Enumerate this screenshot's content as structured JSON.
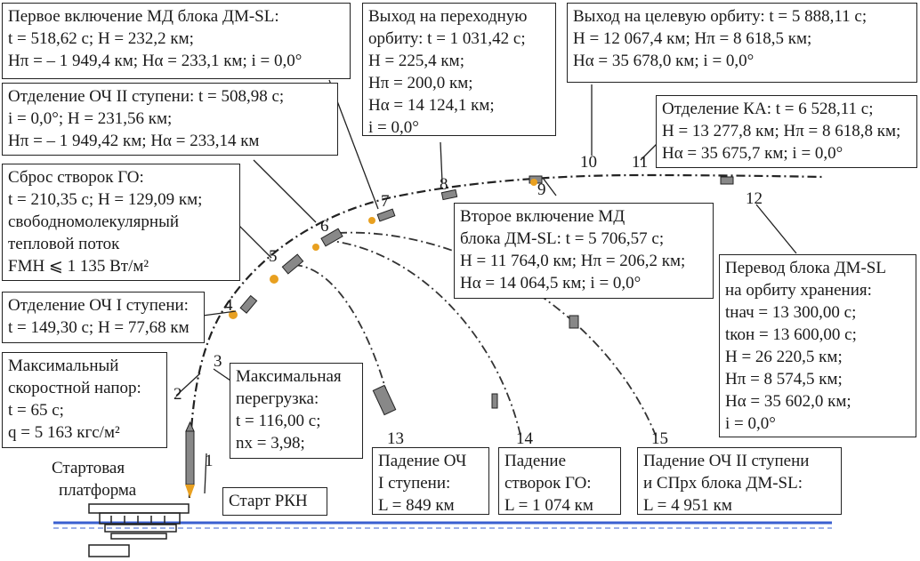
{
  "points": {
    "p1": "1",
    "p2": "2",
    "p3": "3",
    "p4": "4",
    "p5": "5",
    "p6": "6",
    "p7": "7",
    "p8": "8",
    "p9": "9",
    "p10": "10",
    "p11": "11",
    "p12": "12",
    "p13": "13",
    "p14": "14",
    "p15": "15"
  },
  "boxes": {
    "first_burn": [
      "Первое включение МД блока ДМ-SL:",
      "t = 518,62 с; H = 232,2 км;",
      "Hπ = – 1 949,4 км; Hα = 233,1 км; i = 0,0°"
    ],
    "transfer_orbit": [
      "Выход на переходную",
      "орбиту: t = 1 031,42 с;",
      "H = 225,4 км;",
      "Hπ = 200,0 км;",
      "Hα = 14 124,1 км;",
      "i = 0,0°"
    ],
    "target_orbit": [
      "Выход на целевую орбиту: t = 5 888,11 с;",
      "H = 12 067,4 км; Hπ = 8 618,5 км;",
      "Hα = 35 678,0 км; i = 0,0°"
    ],
    "stage2_sep": [
      "Отделение ОЧ II ступени: t = 508,98 с;",
      "i = 0,0°; H = 231,56 км;",
      "Hπ = – 1 949,42 км; Hα = 233,14 км"
    ],
    "sc_sep": [
      "Отделение КА: t = 6 528,11 с;",
      "H = 13 277,8 км; Hπ = 8 618,8 км;",
      "Hα = 35 675,7 км; i = 0,0°"
    ],
    "fairing": [
      "Сброс створок ГО:",
      "t = 210,35 с; H = 129,09 км;",
      "свободномолекулярный",
      "тепловой поток",
      "FMH ⩽ 1 135 Вт/м²"
    ],
    "second_burn": [
      "Второе включение МД",
      "блока ДМ-SL: t = 5 706,57 с;",
      "H = 11 764,0 км; Hπ = 206,2 км;",
      "Hα = 14 064,5 км; i = 0,0°"
    ],
    "storage_orbit": [
      "Перевод блока ДМ-SL",
      "на орбиту хранения:",
      "tнач = 13 300,00 с;",
      "tкон = 13 600,00 с;",
      "H = 26 220,5 км;",
      "Hπ = 8 574,5 км;",
      "Hα = 35 602,0 км;",
      "i = 0,0°"
    ],
    "stage1_sep": [
      "Отделение ОЧ I ступени:",
      "t = 149,30 с; H = 77,68 км"
    ],
    "max_q": [
      "Максимальный",
      "скоростной напор:",
      "t = 65 с;",
      "q = 5 163 кгс/м²"
    ],
    "max_g": [
      "Максимальная",
      "перегрузка:",
      "t = 116,00 с;",
      "nx = 3,98;"
    ],
    "launch": [
      "Старт РКН"
    ],
    "fall_stage1": [
      "Падение ОЧ",
      "I ступени:",
      "L = 849 км"
    ],
    "fall_fairing": [
      "Падение",
      "створок ГО:",
      "L = 1 074 км"
    ],
    "fall_stage2": [
      "Падение ОЧ II ступени",
      "и СПрх блока ДМ-SL:",
      "L = 4 951 км"
    ]
  },
  "platform_label": [
    "Стартовая",
    "платформа"
  ],
  "colors": {
    "line": "#222222",
    "flame": "#e8a020",
    "water": "#3a5fd0",
    "rocket": "#888888"
  }
}
